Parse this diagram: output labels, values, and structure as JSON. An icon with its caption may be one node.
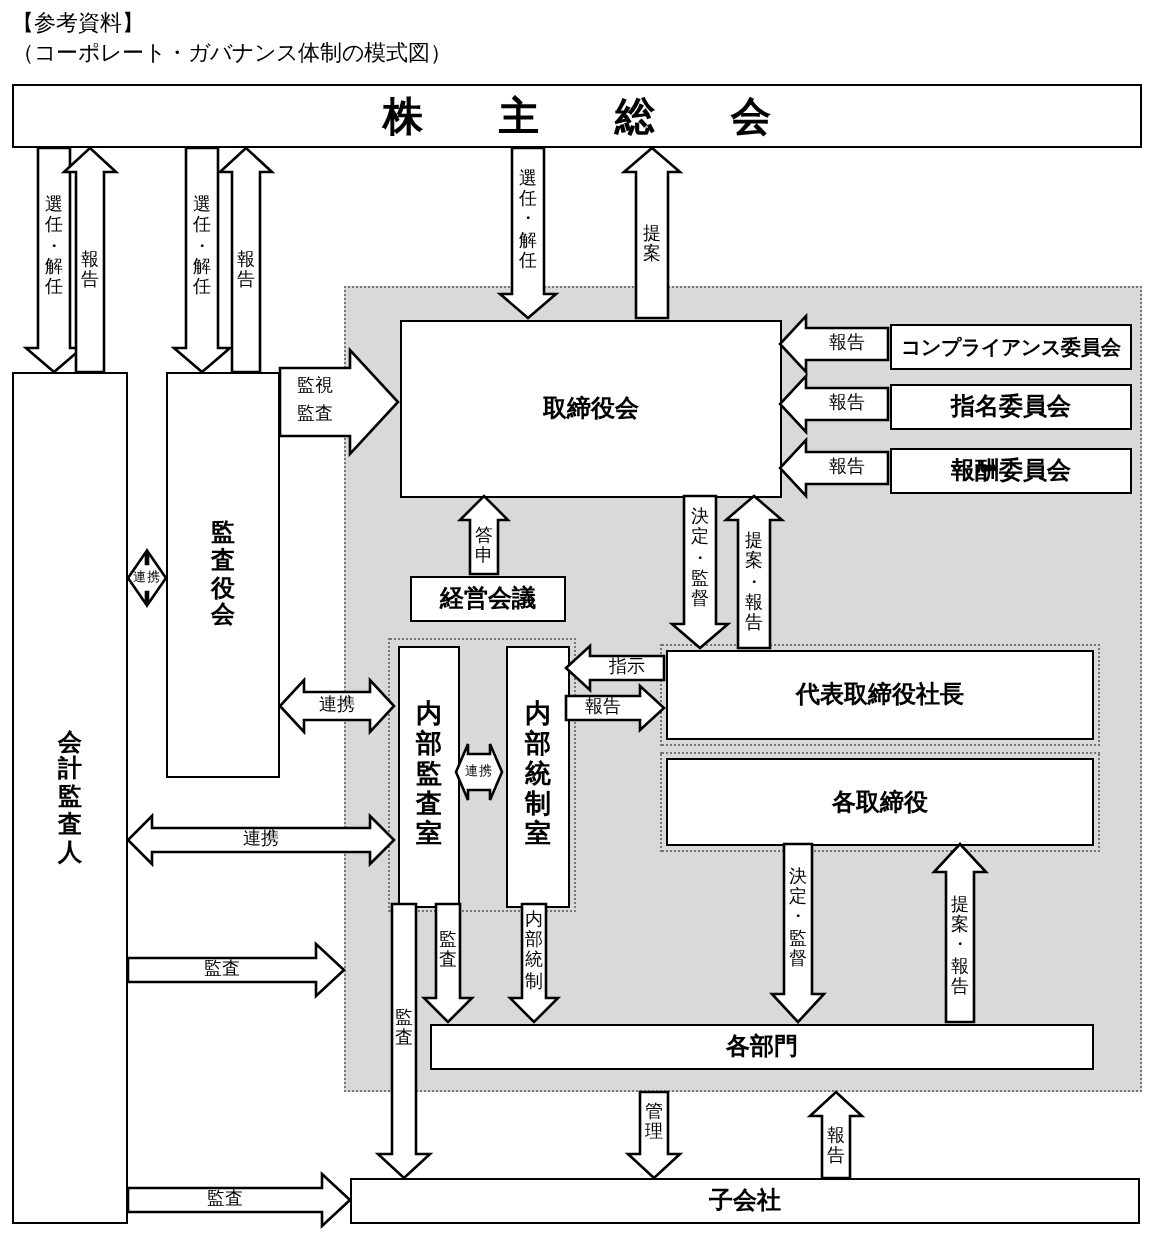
{
  "diagram": {
    "title": "【参考資料】",
    "labels": [
      "（コーポレート・ガバナンス体制の模式図）"
    ],
    "nodes": [
      {
        "text": [
          "株主総会"
        ]
      },
      {
        "text": [
          "会計監査人"
        ]
      },
      {
        "text": [
          "監査役会"
        ]
      },
      {
        "text": [],
        "shape": "box"
      },
      {
        "text": [
          "取締役会"
        ],
        "in": 3
      },
      {
        "text": [
          "コンプライアンス委員会"
        ],
        "in": 3
      },
      {
        "text": [
          "指名委員会"
        ],
        "in": 3
      },
      {
        "text": [
          "報酬委員会"
        ],
        "in": 3
      },
      {
        "text": [
          "経営会議"
        ],
        "in": 3
      },
      {
        "text": [],
        "shape": "box",
        "in": 3
      },
      {
        "text": [
          "内部監査室"
        ],
        "in": 9
      },
      {
        "text": [
          "内部統制室"
        ],
        "in": 9
      },
      {
        "text": [
          "代表取締役社長"
        ],
        "in": 3
      },
      {
        "text": [
          "各取締役"
        ],
        "in": 3
      },
      {
        "text": [
          "各部門"
        ],
        "in": 3
      },
      {
        "text": [
          "子会社"
        ]
      }
    ],
    "edges": [
      {
        "from": 0,
        "to": 1,
        "arrow": "to",
        "label": "選任・解任"
      },
      {
        "from": 1,
        "to": 0,
        "arrow": "to",
        "label": "報告"
      },
      {
        "from": 0,
        "to": 2,
        "arrow": "to",
        "label": "選任・解任"
      },
      {
        "from": 2,
        "to": 0,
        "arrow": "to",
        "label": "報告"
      },
      {
        "from": 0,
        "to": 4,
        "arrow": "to",
        "label": "選任・解任"
      },
      {
        "from": 4,
        "to": 0,
        "arrow": "to",
        "label": "提案"
      },
      {
        "from": 2,
        "to": 4,
        "arrow": "to",
        "label": "監視監査"
      },
      {
        "from": 1,
        "to": 2,
        "arrow": "both",
        "label": "連携"
      },
      {
        "from": 5,
        "to": 4,
        "arrow": "to",
        "label": "報告"
      },
      {
        "from": 6,
        "to": 4,
        "arrow": "to",
        "label": "報告"
      },
      {
        "from": 7,
        "to": 4,
        "arrow": "to",
        "label": "報告"
      },
      {
        "from": 8,
        "to": 4,
        "arrow": "to",
        "label": "答申"
      },
      {
        "from": 4,
        "to": 12,
        "arrow": "to",
        "label": "決定・監督"
      },
      {
        "from": 12,
        "to": 4,
        "arrow": "to",
        "label": "提案・報告"
      },
      {
        "from": 2,
        "to": 10,
        "arrow": "both",
        "label": "連携"
      },
      {
        "from": 10,
        "to": 11,
        "arrow": "both",
        "label": "連携"
      },
      {
        "from": 12,
        "to": 11,
        "arrow": "to",
        "label": "指示"
      },
      {
        "from": 11,
        "to": 12,
        "arrow": "to",
        "label": "報告"
      },
      {
        "from": 1,
        "to": 10,
        "arrow": "both",
        "label": "連携"
      },
      {
        "from": 1,
        "to": 3,
        "arrow": "to",
        "label": "監査"
      },
      {
        "from": 10,
        "to": 15,
        "arrow": "to",
        "label": "監査"
      },
      {
        "from": 10,
        "to": 14,
        "arrow": "to",
        "label": "監査"
      },
      {
        "from": 11,
        "to": 14,
        "arrow": "to",
        "label": "内部統制"
      },
      {
        "from": 13,
        "to": 14,
        "arrow": "to",
        "label": "決定・監督"
      },
      {
        "from": 14,
        "to": 13,
        "arrow": "to",
        "label": "提案・報告"
      },
      {
        "from": 3,
        "to": 15,
        "arrow": "to",
        "label": "管理"
      },
      {
        "from": 15,
        "to": 3,
        "arrow": "to",
        "label": "報告"
      },
      {
        "from": 1,
        "to": 15,
        "arrow": "to",
        "label": "監査"
      }
    ]
  }
}
